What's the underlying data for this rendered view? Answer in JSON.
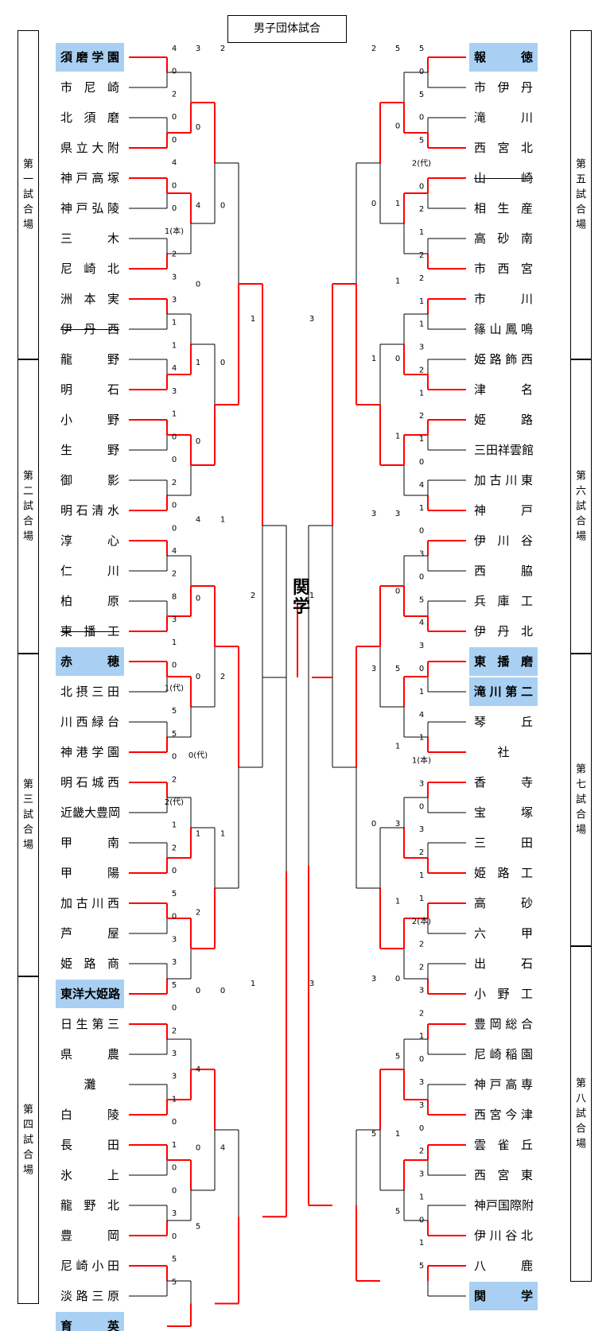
{
  "title": "男子団体試合",
  "champion": "関学",
  "venues": [
    "第一試合場",
    "第二試合場",
    "第三試合場",
    "第四試合場",
    "第五試合場",
    "第六試合場",
    "第七試合場",
    "第八試合場"
  ],
  "left_teams": [
    "須磨学園",
    "市尼崎",
    "北須磨",
    "県立大附",
    "神戸高塚",
    "神戸弘陵",
    "三木",
    "尼崎北",
    "洲本実",
    "伊丹西",
    "龍野",
    "明石",
    "小野",
    "生野",
    "御影",
    "明石清水",
    "淳心",
    "仁川",
    "柏原",
    "東播工",
    "赤穂",
    "北摂三田",
    "川西緑台",
    "神港学園",
    "明石城西",
    "近畿大豊岡",
    "甲南",
    "甲陽",
    "加古川西",
    "芦屋",
    "姫路商",
    "東洋大姫路",
    "日生第三",
    "県農",
    "灘",
    "白陵",
    "長田",
    "氷上",
    "龍野北",
    "豊岡",
    "尼崎小田",
    "淡路三原",
    "育英"
  ],
  "right_teams": [
    "報徳",
    "市伊丹",
    "滝川",
    "西宮北",
    "山崎",
    "相生産",
    "高砂南",
    "市西宮",
    "市川",
    "篠山鳳鳴",
    "姫路飾西",
    "津名",
    "姫路",
    "三田祥雲館",
    "加古川東",
    "神戸",
    "伊川谷",
    "西脇",
    "兵庫工",
    "伊丹北",
    "東播磨",
    "滝川第二",
    "琴丘",
    "社",
    "香寺",
    "宝塚",
    "三田",
    "姫路工",
    "高砂",
    "六甲",
    "出石",
    "小野工",
    "豊岡総合",
    "尼崎稲園",
    "神戸高専",
    "西宮今津",
    "雲雀丘",
    "西宮東",
    "神戸国際附",
    "伊川谷北",
    "八鹿",
    "関学"
  ],
  "left_highlight": [
    "須磨学園",
    "赤穂",
    "東洋大姫路",
    "育英"
  ],
  "right_highlight": [
    "報徳",
    "東播磨",
    "滝川第二",
    "関学"
  ],
  "left_withdrawn": [
    "伊丹西",
    "東播工"
  ],
  "right_withdrawn": [
    "山崎"
  ],
  "left_scores": {
    "r1": [
      "4",
      "0",
      "2",
      "0",
      "0",
      "4",
      "0",
      "0",
      "1(本)",
      "2",
      "3",
      "3",
      "1",
      "1",
      "4",
      "3",
      "1",
      "0",
      "0",
      "2",
      "0",
      "0",
      "4",
      "2",
      "8",
      "3",
      "1",
      "0",
      "1(代)",
      "5",
      "5",
      "0",
      "2",
      "2(代)",
      "1",
      "2",
      "0",
      "5",
      "0",
      "3",
      "3",
      "5",
      "0",
      "2",
      "3",
      "3",
      "1",
      "0",
      "1",
      "0",
      "0",
      "3",
      "0",
      "5",
      "5"
    ],
    "r2": [
      "3",
      "0",
      "4",
      "0",
      "1",
      "0",
      "4",
      "0",
      "0",
      "0(代)",
      "1",
      "2",
      "0",
      "4",
      "0",
      "5"
    ],
    "r3": [
      "2",
      "0",
      "0",
      "1",
      "2",
      "1",
      "0",
      "4"
    ]
  },
  "right_scores": {
    "r1": [
      "5",
      "0",
      "5",
      "0",
      "5",
      "2(代)",
      "0",
      "2",
      "1",
      "2",
      "2",
      "1",
      "1",
      "3",
      "2",
      "1",
      "2",
      "1",
      "0",
      "4",
      "1",
      "0",
      "3",
      "0",
      "5",
      "4",
      "3",
      "0",
      "1",
      "4",
      "1",
      "1(本)",
      "3",
      "0",
      "3",
      "2",
      "1",
      "1",
      "2(本)",
      "2",
      "2",
      "3",
      "2",
      "1",
      "0",
      "3",
      "3",
      "0",
      "2",
      "3",
      "1",
      "0",
      "1",
      "5"
    ],
    "r2": [
      "5",
      "0",
      "1",
      "1",
      "0",
      "1",
      "3",
      "0",
      "5",
      "1",
      "3",
      "1",
      "0",
      "5",
      "1",
      "5"
    ],
    "r3": [
      "2",
      "0",
      "1",
      "3",
      "3",
      "0",
      "3",
      "5"
    ]
  },
  "center_scores": [
    "1",
    "2",
    "1",
    "3",
    "1",
    "3"
  ]
}
